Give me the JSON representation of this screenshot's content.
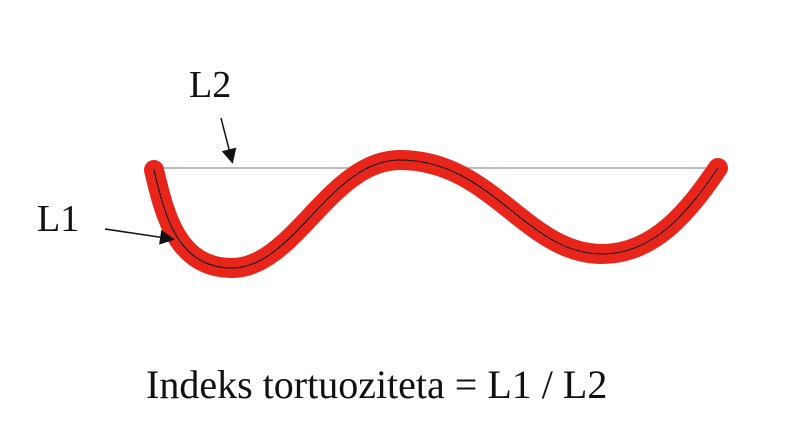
{
  "diagram": {
    "labels": {
      "l2": "L2",
      "l1": "L1"
    },
    "formula": "Indeks tortuoziteta = L1 / L2",
    "colors": {
      "vessel": "#e8251b",
      "centerline": "#111111",
      "chord": "#a6a6a6",
      "arrow": "#111111",
      "text": "#111111"
    }
  }
}
